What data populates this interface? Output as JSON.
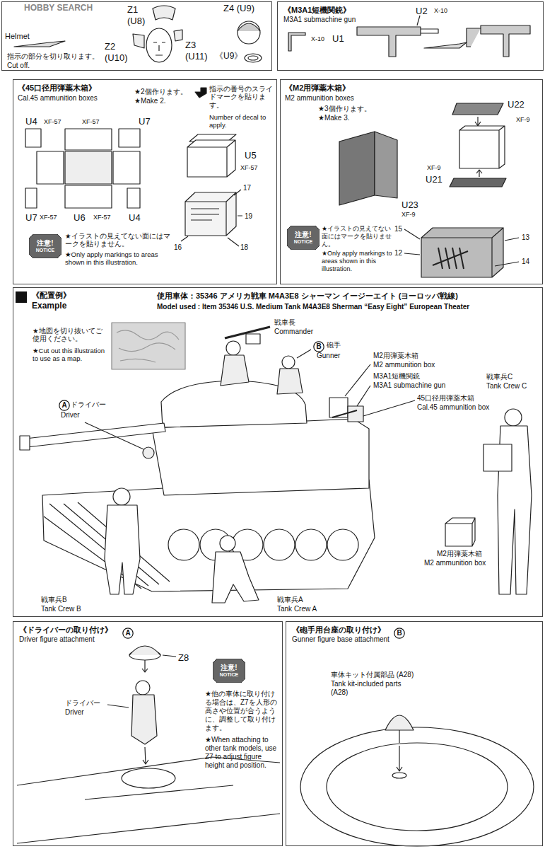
{
  "diagram": {
    "nodes": [
      {
        "text": [
          "Helmet"
        ]
      },
      {
        "text": [
          "《M3A1短機関銃》",
          "M3A1 submachine gun"
        ]
      },
      {
        "text": [
          "《45口径用弾薬木箱》",
          "Cal.45 ammunition boxes"
        ]
      },
      {
        "text": [
          "注意!",
          "NOTICE"
        ],
        "in": 2
      },
      {
        "text": [
          "《M2用弾薬木箱》",
          "M2 ammunition boxes"
        ]
      },
      {
        "text": [
          "注意!",
          "NOTICE"
        ],
        "in": 4
      },
      {
        "text": [
          "《配置例》",
          "Example"
        ]
      },
      {
        "text": [
          "A"
        ],
        "in": 6
      },
      {
        "text": [
          "B"
        ],
        "in": 6
      },
      {
        "text": [
          "《ドライバーの取り付け》",
          "Driver figure attachment"
        ]
      },
      {
        "text": [
          "A"
        ],
        "in": 9
      },
      {
        "text": [
          "注意!",
          "NOTICE"
        ],
        "in": 9
      },
      {
        "text": [
          "《砲手用台座の取り付け》",
          "Gunner figure base attachment"
        ]
      },
      {
        "text": [
          "B"
        ],
        "in": 12
      }
    ],
    "labels": [
      "HOBBY SEARCH",
      "Z1",
      "(U8)",
      "Z4 (U9)",
      "《U9》",
      "Z2",
      "(U10)",
      "Z3",
      "(U11)",
      "指示の部分を切り取ります。",
      "Cut off.",
      "U2",
      "X-10",
      "X-10",
      "U1",
      "★2個作ります。",
      "★Make 2.",
      "指示の番号のスライドマークを貼ります。",
      "Number of decal to apply.",
      "U4",
      "XF-57",
      "XF-57",
      "U7",
      "U5",
      "XF-57",
      "U7",
      "XF-57",
      "U6",
      "XF-57",
      "U4",
      "17",
      "19",
      "16",
      "18",
      "★イラストの見えてない面にはマークを貼りません。",
      "★Only apply markings to areas shown in this illustration.",
      "★3個作ります。",
      "★Make 3.",
      "U22",
      "XF-9",
      "XF-9",
      "U21",
      "U23",
      "XF-9",
      "★イラストの見えてない面にはマークを貼りません。",
      "★Only apply markings to areas shown in this illustration.",
      "15",
      "13",
      "12",
      "14",
      "使用車体：35346 アメリカ戦車 M4A3E8 シャーマン イージーエイト (ヨーロッパ戦線)",
      "Model used : Item 35346 U.S. Medium Tank M4A3E8 Sherman “Easy Eight” European Theater",
      "★地図を切り抜いてご使用ください。",
      "★Cut out this illustration to use as a map.",
      "戦車長",
      "Commander",
      "砲手",
      "Gunner",
      "M2用弾薬木箱",
      "M2 ammunition box",
      "M3A1短機関銃",
      "M3A1 submachine gun",
      "45口径用弾薬木箱",
      "Cal.45 ammunition box",
      "戦車兵C",
      "Tank Crew C",
      "ドライバー",
      "Driver",
      "M2用弾薬木箱",
      "M2 ammunition box",
      "戦車兵B",
      "Tank Crew B",
      "戦車兵A",
      "Tank Crew A",
      "Z8",
      "ドライバー",
      "Driver",
      "★他の車体に取り付ける場合は、Z7を人形の高さや位置が合うように、調整して取り付けます。",
      "★When attaching to other tank models, use Z7 to adjust figure height and position.",
      "車体キット付属部品 (A28)",
      "Tank kit-included parts (A28)"
    ]
  }
}
